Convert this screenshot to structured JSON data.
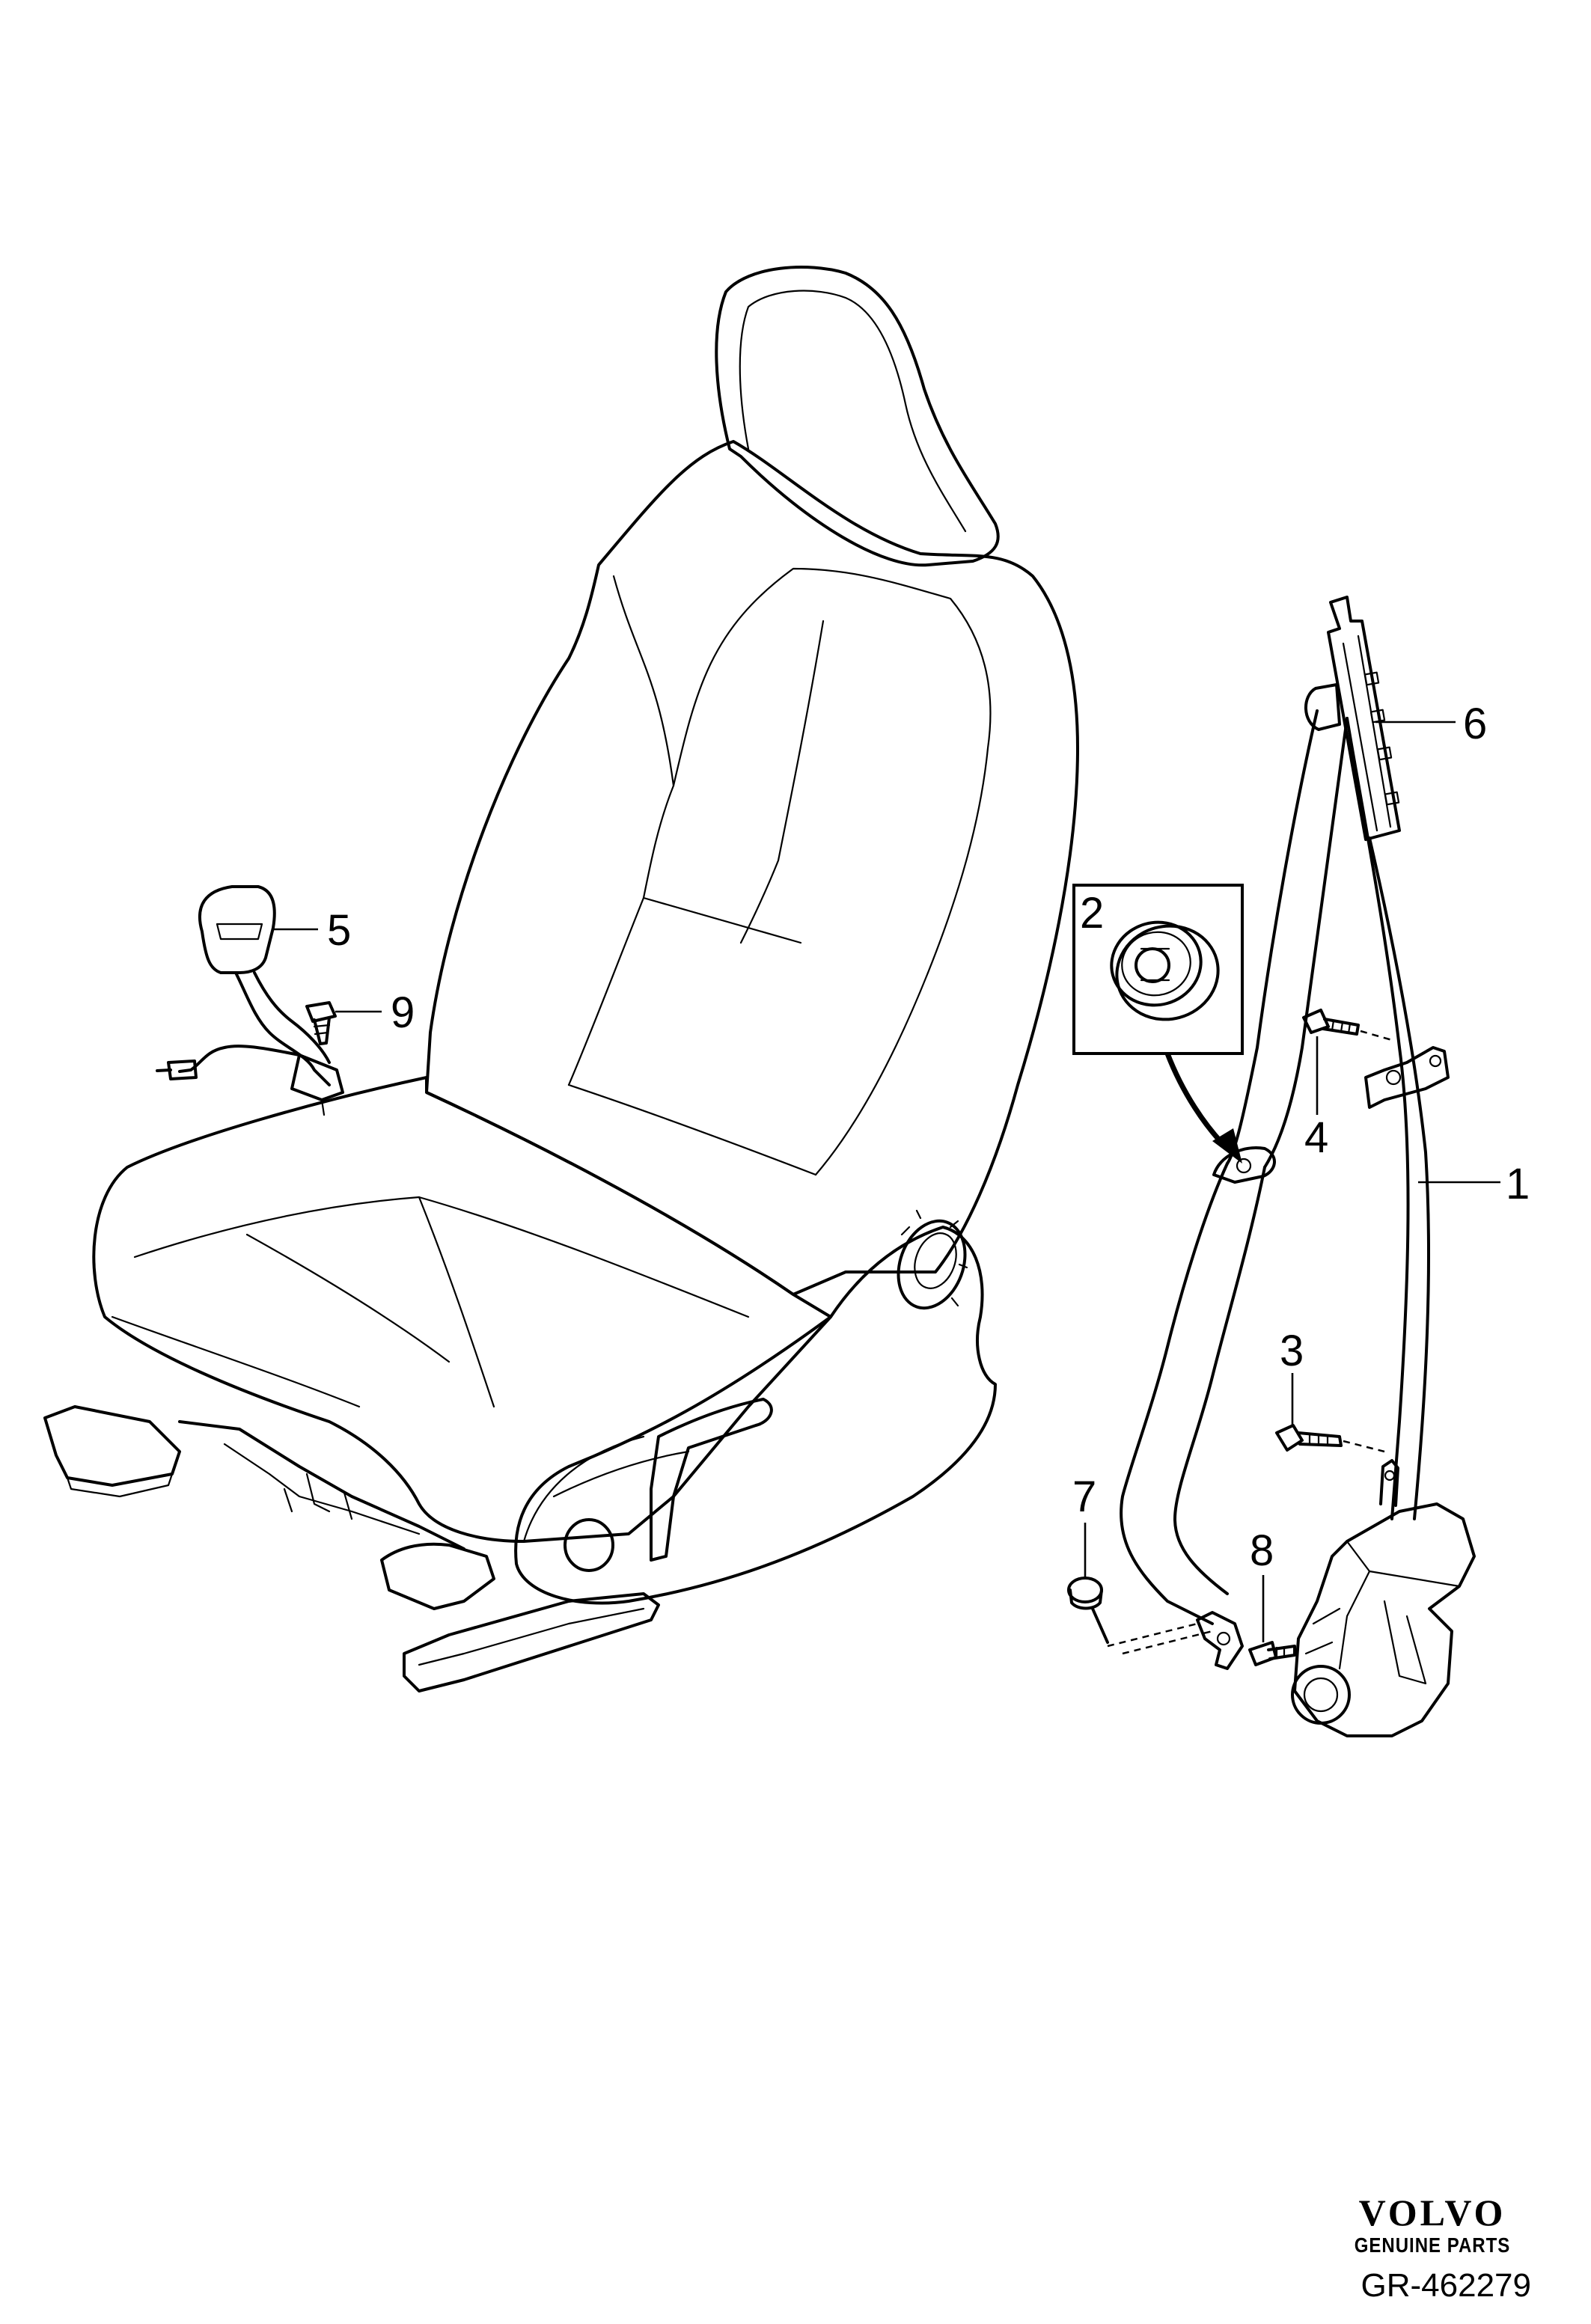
{
  "callouts": {
    "c1": "1",
    "c2": "2",
    "c3": "3",
    "c4": "4",
    "c5": "5",
    "c6": "6",
    "c7": "7",
    "c8": "8",
    "c9": "9"
  },
  "brand": {
    "name": "VOLVO",
    "tagline": "GENUINE PARTS"
  },
  "figure_ref": "GR-462279"
}
